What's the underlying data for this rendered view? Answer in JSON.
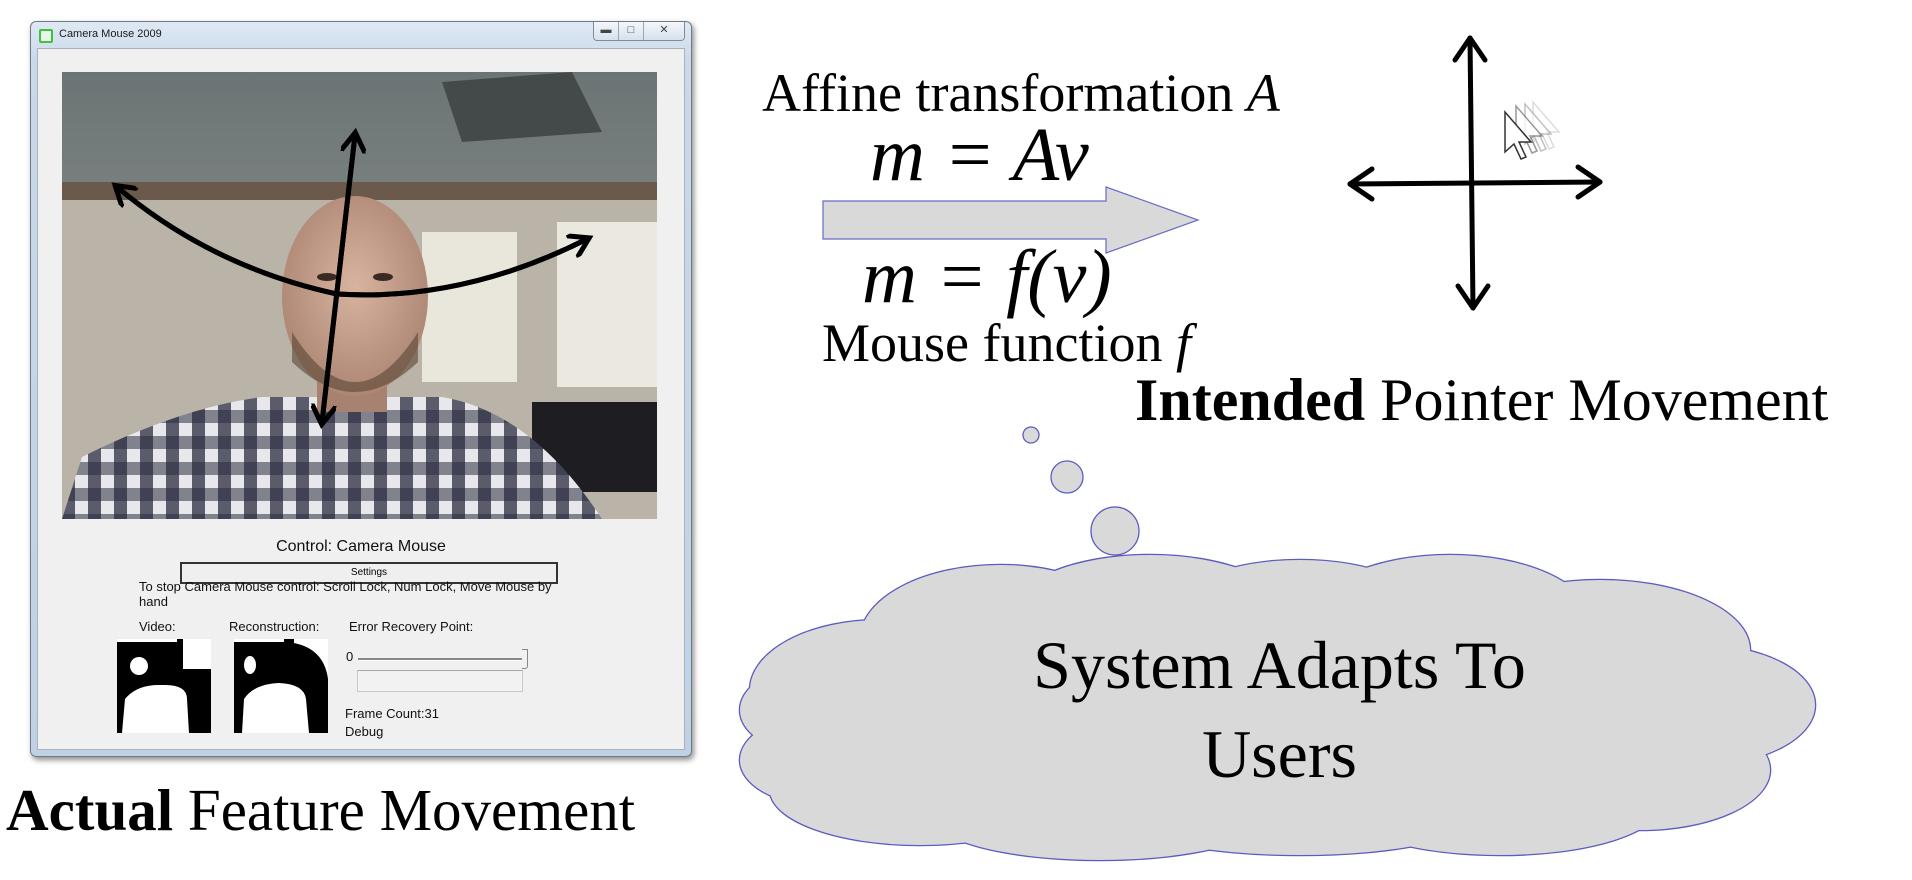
{
  "window": {
    "title": "Camera Mouse 2009",
    "control_label": "Control: Camera Mouse",
    "settings_button": "Settings",
    "stop_text_line1": "To stop Camera Mouse control: Scroll Lock, Num Lock, Move Mouse by",
    "stop_text_line2": "hand",
    "video_label": "Video:",
    "reconstruction_label": "Reconstruction:",
    "error_recovery_label": "Error Recovery Point:",
    "slider_value_label": "0",
    "slider_value": 1.0,
    "frame_count": "Frame Count:31",
    "debug_label": "Debug"
  },
  "diagram": {
    "actual_bold": "Actual",
    "actual_rest": " Feature Movement",
    "affine_text": "Affine transformation ",
    "affine_var": "A",
    "eq1": "m = Av",
    "eq2": "m = f(v)",
    "mouse_fn_text": "Mouse function ",
    "mouse_fn_var": "f",
    "intended_bold": "Intended",
    "intended_rest": " Pointer Movement",
    "cloud_line1": "System Adapts To",
    "cloud_line2": "Users"
  },
  "colors": {
    "arrow_fill": "#d9d9d9",
    "arrow_stroke": "#6a6ac8",
    "cloud_fill": "#d9d9d9",
    "cloud_stroke": "#5c5cc0"
  }
}
